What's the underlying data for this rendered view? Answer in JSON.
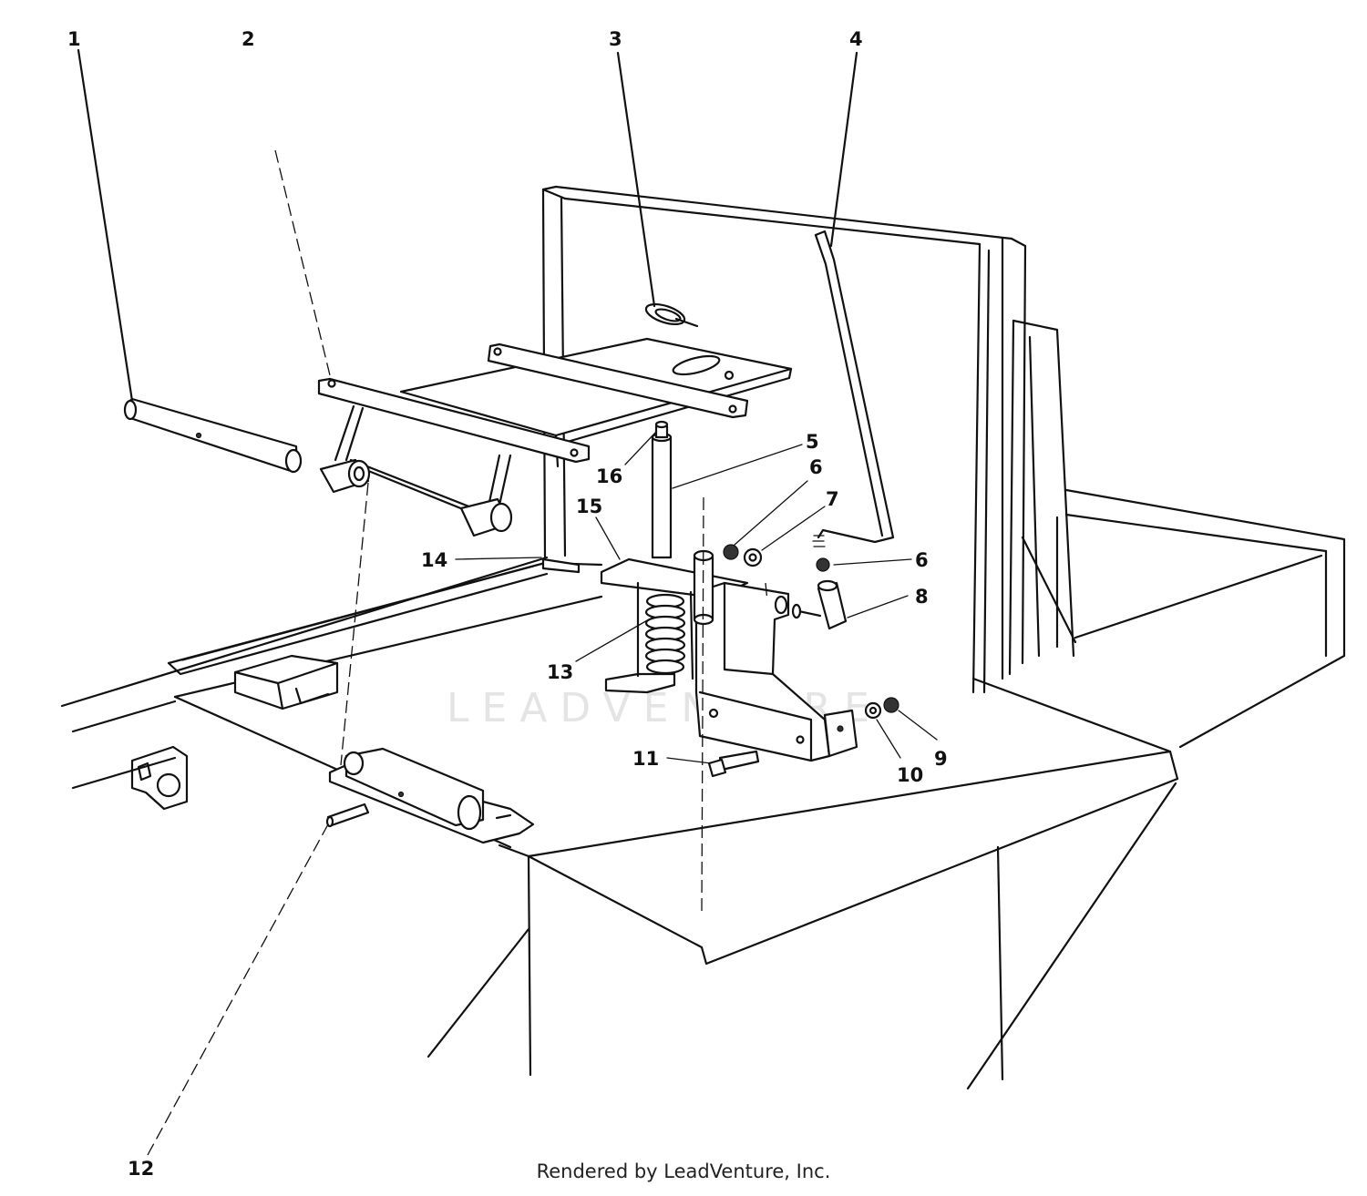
{
  "watermark": "LEADVENTURE",
  "credit": "Rendered by LeadVenture, Inc.",
  "callouts": [
    "1",
    "2",
    "3",
    "4",
    "5",
    "6",
    "6",
    "7",
    "8",
    "9",
    "10",
    "11",
    "12",
    "13",
    "14",
    "15",
    "16"
  ]
}
